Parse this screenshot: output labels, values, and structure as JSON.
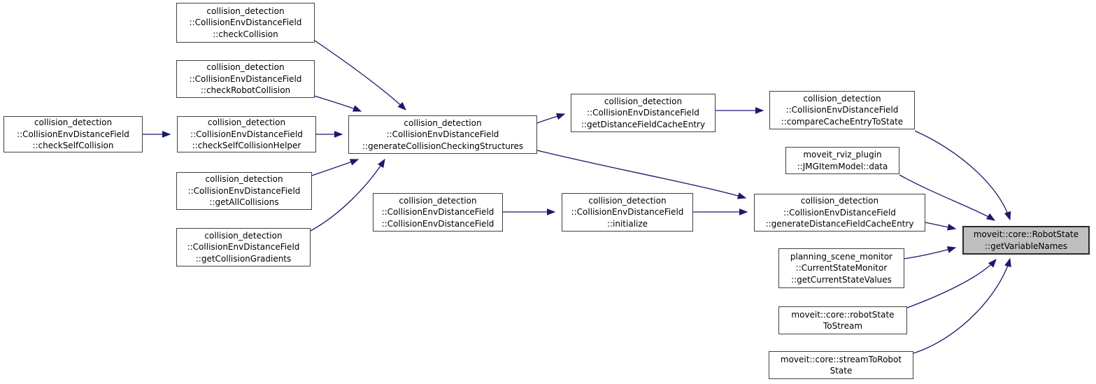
{
  "diagram": {
    "type": "call-graph",
    "background": "#ffffff",
    "edge_color": "#191970",
    "node_fill": "#ffffff",
    "node_border_color": "#404040",
    "highlight_fill": "#bfbfbf",
    "highlight_border": "#2a2a2a",
    "highlighted_node": "moveit::core::RobotState::getVariableNames"
  },
  "nodes": [
    {
      "id": "check-collision",
      "lines": [
        "collision_detection",
        "::CollisionEnvDistanceField",
        "::checkCollision"
      ]
    },
    {
      "id": "check-robot-collision",
      "lines": [
        "collision_detection",
        "::CollisionEnvDistanceField",
        "::checkRobotCollision"
      ]
    },
    {
      "id": "check-self-collision",
      "lines": [
        "collision_detection",
        "::CollisionEnvDistanceField",
        "::checkSelfCollision"
      ]
    },
    {
      "id": "check-self-collision-helper",
      "lines": [
        "collision_detection",
        "::CollisionEnvDistanceField",
        "::checkSelfCollisionHelper"
      ]
    },
    {
      "id": "get-all-collisions",
      "lines": [
        "collision_detection",
        "::CollisionEnvDistanceField",
        "::getAllCollisions"
      ]
    },
    {
      "id": "get-collision-gradients",
      "lines": [
        "collision_detection",
        "::CollisionEnvDistanceField",
        "::getCollisionGradients"
      ]
    },
    {
      "id": "generate-collision-checking-structures",
      "lines": [
        "collision_detection",
        "::CollisionEnvDistanceField",
        "::generateCollisionCheckingStructures"
      ]
    },
    {
      "id": "get-distance-field-cache-entry",
      "lines": [
        "collision_detection",
        "::CollisionEnvDistanceField",
        "::getDistanceFieldCacheEntry"
      ]
    },
    {
      "id": "compare-cache-entry-to-state",
      "lines": [
        "collision_detection",
        "::CollisionEnvDistanceField",
        "::compareCacheEntryToState"
      ]
    },
    {
      "id": "jmg-item-model-data",
      "lines": [
        "moveit_rviz_plugin",
        "::JMGItemModel::data"
      ]
    },
    {
      "id": "collision-env-distance-field-constructor",
      "lines": [
        "collision_detection",
        "::CollisionEnvDistanceField",
        "::CollisionEnvDistanceField"
      ]
    },
    {
      "id": "initialize",
      "lines": [
        "collision_detection",
        "::CollisionEnvDistanceField",
        "::initialize"
      ]
    },
    {
      "id": "generate-distance-field-cache-entry",
      "lines": [
        "collision_detection",
        "::CollisionEnvDistanceField",
        "::generateDistanceFieldCacheEntry"
      ]
    },
    {
      "id": "get-variable-names",
      "lines": [
        "moveit::core::RobotState",
        "::getVariableNames"
      ]
    },
    {
      "id": "get-current-state-values",
      "lines": [
        "planning_scene_monitor",
        "::CurrentStateMonitor",
        "::getCurrentStateValues"
      ]
    },
    {
      "id": "robot-state-to-stream",
      "lines": [
        "moveit::core::robotState",
        "ToStream"
      ]
    },
    {
      "id": "stream-to-robot-state",
      "lines": [
        "moveit::core::streamToRobot",
        "State"
      ]
    }
  ],
  "edges": [
    {
      "from": "check-collision",
      "to": "generate-collision-checking-structures"
    },
    {
      "from": "check-robot-collision",
      "to": "generate-collision-checking-structures"
    },
    {
      "from": "check-self-collision",
      "to": "check-self-collision-helper"
    },
    {
      "from": "check-self-collision-helper",
      "to": "generate-collision-checking-structures"
    },
    {
      "from": "get-all-collisions",
      "to": "generate-collision-checking-structures"
    },
    {
      "from": "get-collision-gradients",
      "to": "generate-collision-checking-structures"
    },
    {
      "from": "generate-collision-checking-structures",
      "to": "get-distance-field-cache-entry"
    },
    {
      "from": "get-distance-field-cache-entry",
      "to": "compare-cache-entry-to-state"
    },
    {
      "from": "generate-collision-checking-structures",
      "to": "generate-distance-field-cache-entry"
    },
    {
      "from": "collision-env-distance-field-constructor",
      "to": "initialize"
    },
    {
      "from": "initialize",
      "to": "generate-distance-field-cache-entry"
    },
    {
      "from": "generate-distance-field-cache-entry",
      "to": "get-variable-names"
    },
    {
      "from": "compare-cache-entry-to-state",
      "to": "get-variable-names"
    },
    {
      "from": "jmg-item-model-data",
      "to": "get-variable-names"
    },
    {
      "from": "get-current-state-values",
      "to": "get-variable-names"
    },
    {
      "from": "robot-state-to-stream",
      "to": "get-variable-names"
    },
    {
      "from": "stream-to-robot-state",
      "to": "get-variable-names"
    }
  ]
}
